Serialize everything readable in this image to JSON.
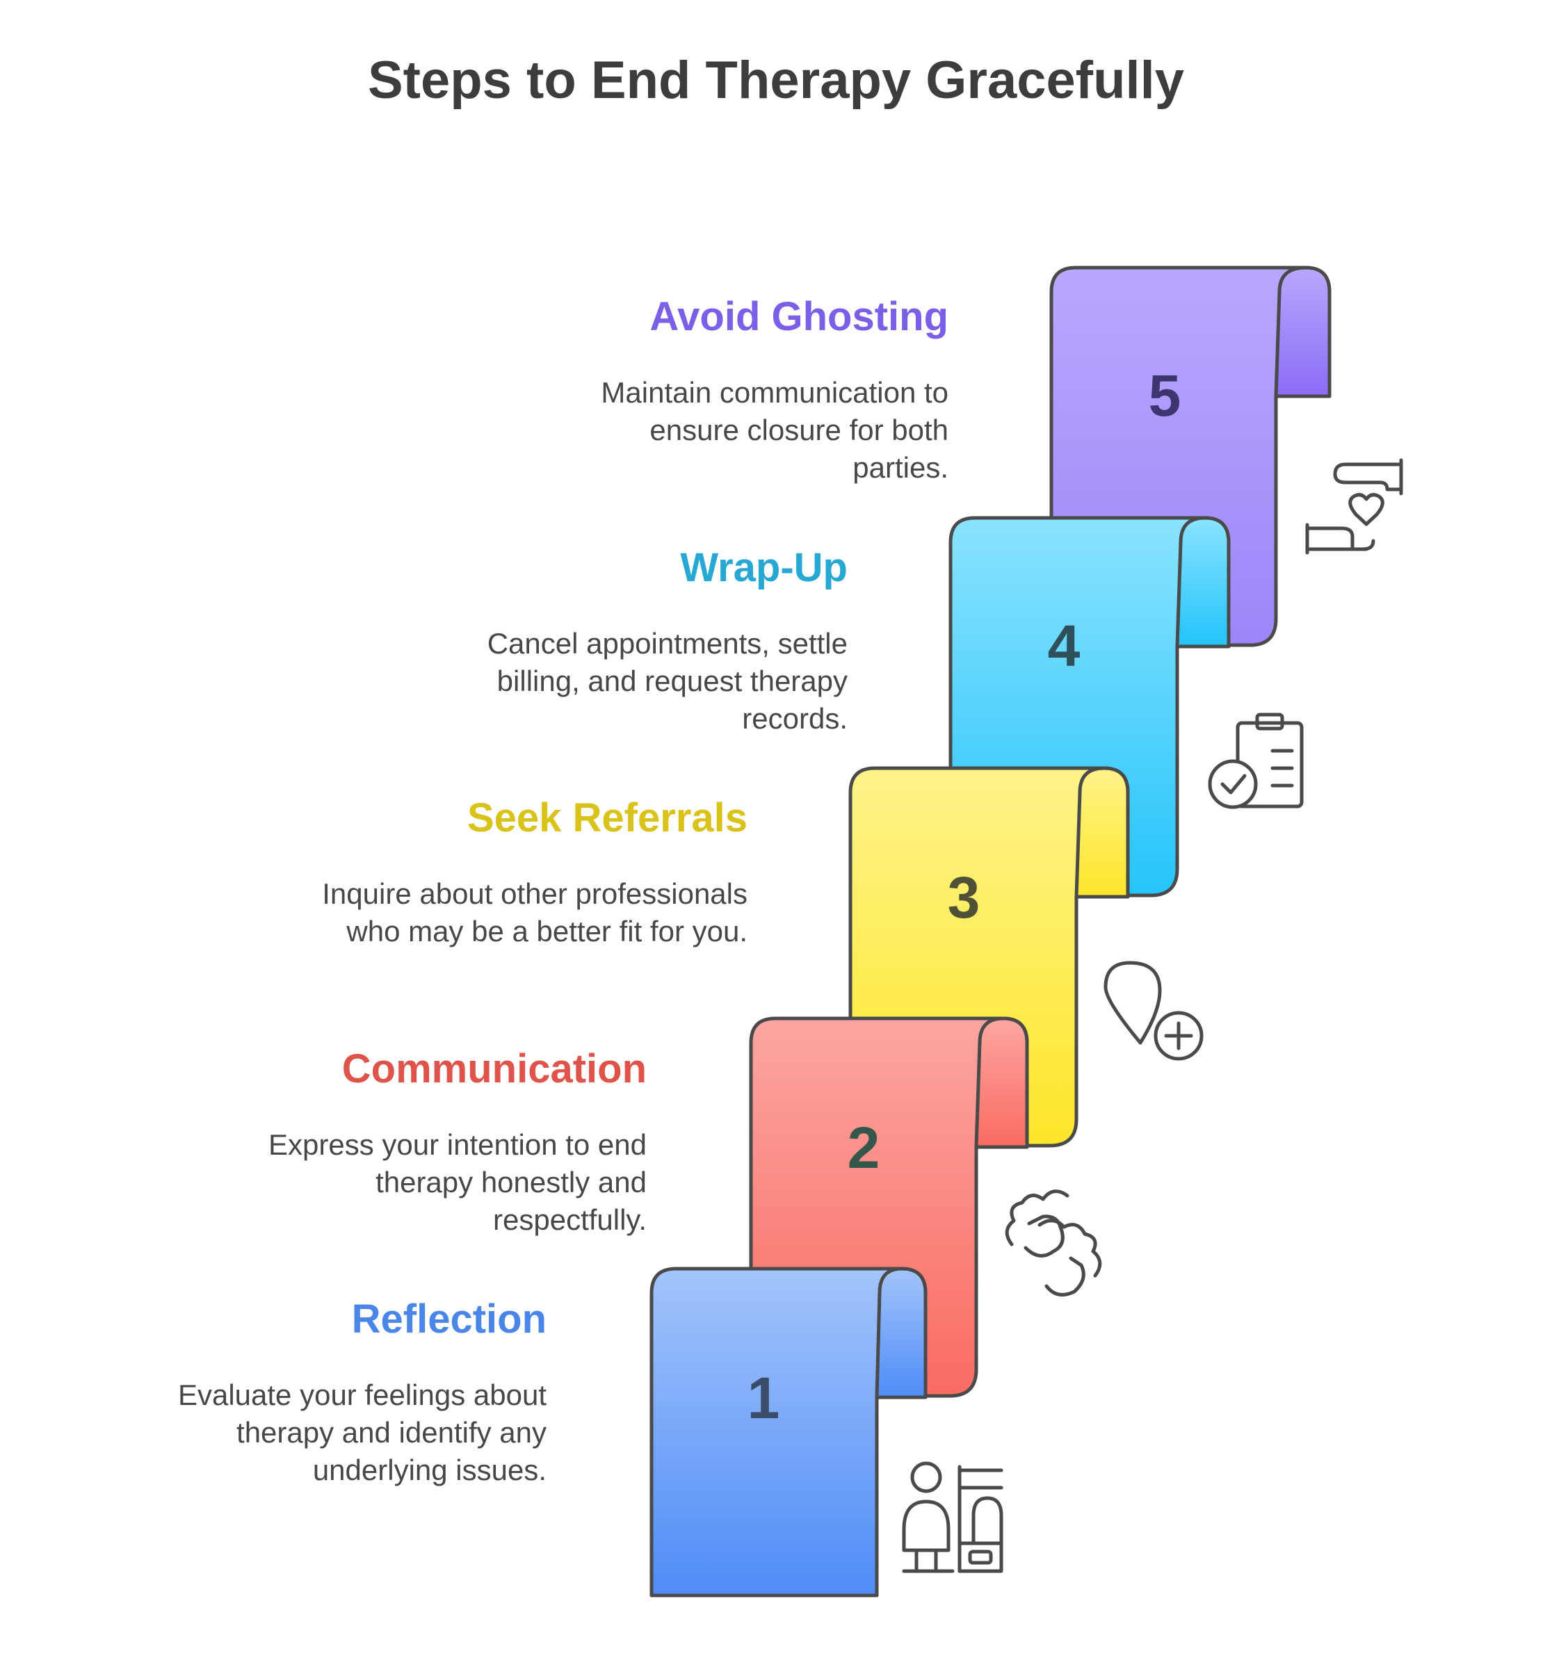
{
  "title": "Steps to End Therapy Gracefully",
  "steps": [
    {
      "number": "1",
      "heading": "Reflection",
      "description": "Evaluate your feelings about therapy and identify any underlying issues.",
      "color": "#4a86e8",
      "fill_top": "#a3c4fb",
      "fill_bottom": "#4f8cf7",
      "number_color": "#3b4c6b",
      "icon": "therapist-desk-icon"
    },
    {
      "number": "2",
      "heading": "Communication",
      "description": "Express your intention to end therapy honestly and respectfully.",
      "color": "#e0534a",
      "fill_top": "#fca6a1",
      "fill_bottom": "#f96b62",
      "number_color": "#35564a",
      "icon": "handshake-icon"
    },
    {
      "number": "3",
      "heading": "Seek Referrals",
      "description": "Inquire about other professionals who may be a better fit for you.",
      "color": "#d9c31b",
      "fill_top": "#fff38a",
      "fill_bottom": "#fde62a",
      "number_color": "#4f5137",
      "icon": "location-add-icon"
    },
    {
      "number": "4",
      "heading": "Wrap-Up",
      "description": "Cancel appointments, settle billing, and request therapy records.",
      "color": "#27a8d4",
      "fill_top": "#8ae3ff",
      "fill_bottom": "#22c3fa",
      "number_color": "#2f4f5a",
      "icon": "clipboard-check-icon"
    },
    {
      "number": "5",
      "heading": "Avoid Ghosting",
      "description": "Maintain communication to ensure closure for both parties.",
      "color": "#7b5fe8",
      "fill_top": "#b9a8fd",
      "fill_bottom": "#8a6cf6",
      "number_color": "#3c3570",
      "icon": "heart-hand-icon"
    }
  ]
}
